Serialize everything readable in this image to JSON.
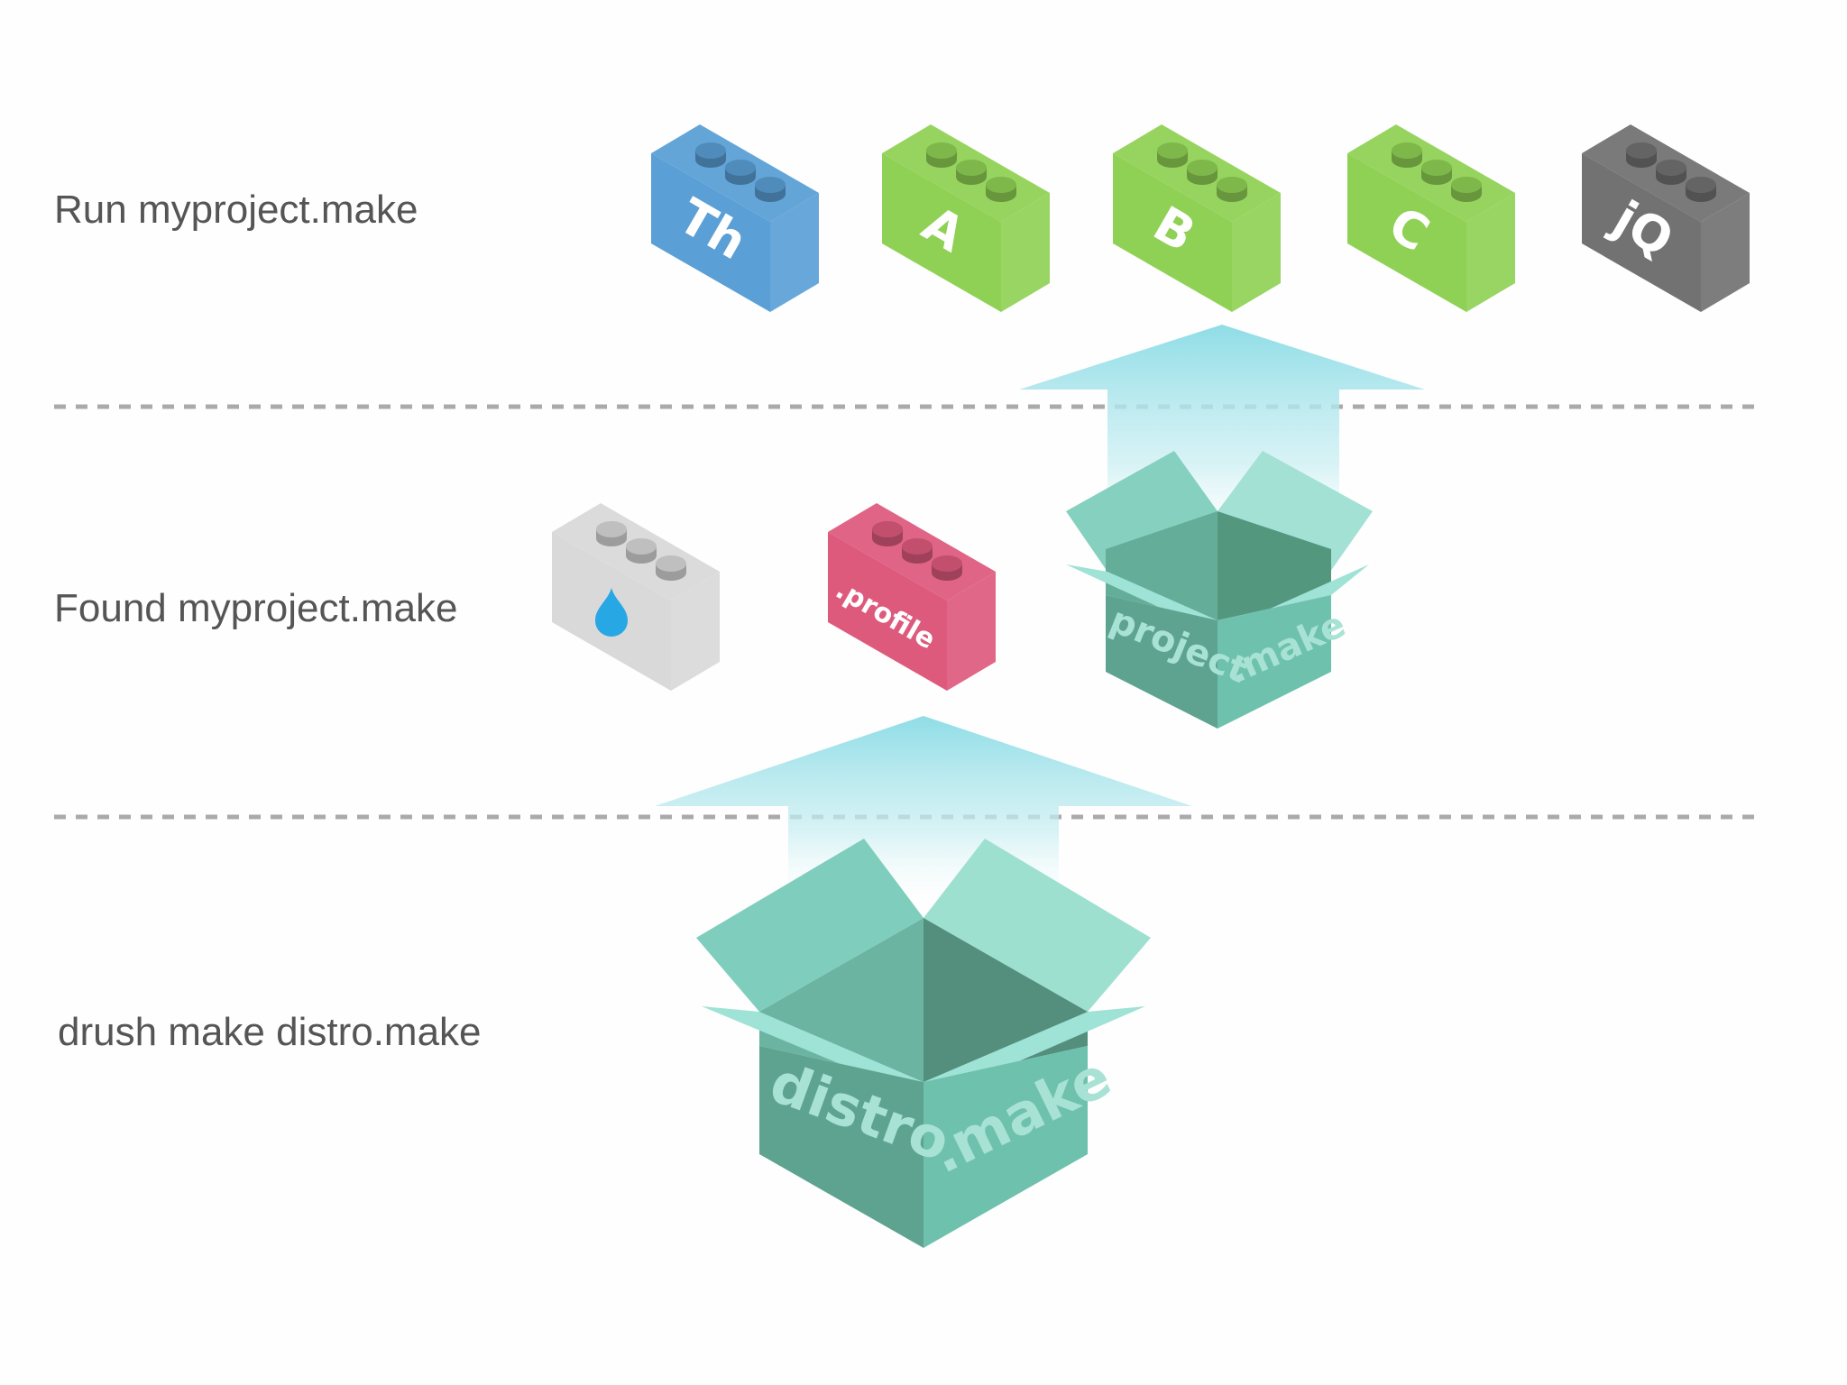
{
  "labels": {
    "top": "Run myproject.make",
    "middle": "Found myproject.make",
    "bottom": "drush make distro.make"
  },
  "top_bricks": [
    {
      "label": "Th",
      "color": "#5a9fd6"
    },
    {
      "label": "A",
      "color": "#8fd155"
    },
    {
      "label": "B",
      "color": "#8fd155"
    },
    {
      "label": "C",
      "color": "#8fd155"
    },
    {
      "label": "jQ",
      "color": "#727272"
    }
  ],
  "middle_bricks": [
    {
      "label": "",
      "icon": "drupal-drop-icon",
      "color": "#d9d9d9"
    },
    {
      "label": ".profile",
      "color": "#dd5a7d"
    }
  ],
  "boxes": {
    "project": {
      "left": "project",
      "right": ".make",
      "color": "#6fc6b1"
    },
    "distro": {
      "left": "distro",
      "right": ".make",
      "color": "#6fc6b1"
    }
  },
  "colors": {
    "divider": "#aaaaaa",
    "arrow": "#9ee4ea",
    "label_text": "#555555"
  }
}
